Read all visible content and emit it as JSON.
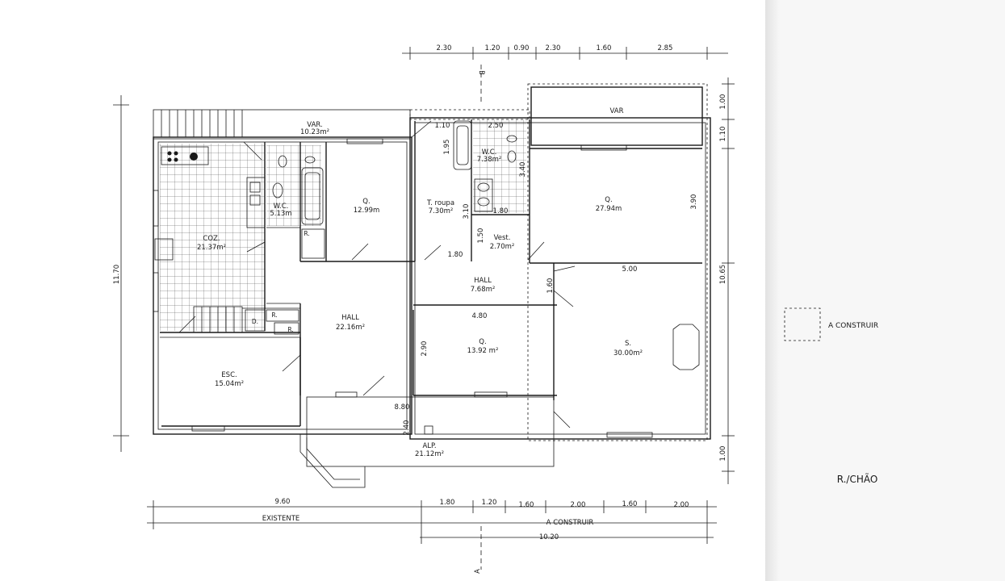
{
  "drawing": {
    "title": "R./CHÃO",
    "legend_label": "A CONSTRUIR"
  },
  "rooms": [
    {
      "id": "var-left",
      "name": "VAR.",
      "area": "10.23m²"
    },
    {
      "id": "var-right",
      "name": "VAR",
      "area": ""
    },
    {
      "id": "coz",
      "name": "COZ.",
      "area": "21.37m²"
    },
    {
      "id": "wc1",
      "name": "W.C.",
      "area": "5.13m"
    },
    {
      "id": "q1",
      "name": "Q.",
      "area": "12.99m"
    },
    {
      "id": "troupa",
      "name": "T. roupa",
      "area": "7.30m²"
    },
    {
      "id": "wc2",
      "name": "W.C.",
      "area": "7.38m²"
    },
    {
      "id": "q2",
      "name": "Q.",
      "area": "27.94m"
    },
    {
      "id": "vest",
      "name": "Vest.",
      "area": "2.70m²"
    },
    {
      "id": "hall-right",
      "name": "HALL",
      "area": "7.68m²"
    },
    {
      "id": "hall-main",
      "name": "HALL",
      "area": "22.16m²"
    },
    {
      "id": "q3",
      "name": "Q.",
      "area": "13.92 m²"
    },
    {
      "id": "sala",
      "name": "S.",
      "area": "30.00m²"
    },
    {
      "id": "esc",
      "name": "ESC.",
      "area": "15.04m²"
    },
    {
      "id": "alp",
      "name": "ALP.",
      "area": "21.12m²"
    }
  ],
  "marks": {
    "d": "D.",
    "r1": "R.",
    "r2": "R.",
    "r3": "R."
  },
  "dimensions": {
    "top": [
      "2.30",
      "1.20",
      "0.90",
      "2.30",
      "1.60",
      "2.85"
    ],
    "bottom": [
      "1.80",
      "1.20",
      "1.60",
      "2.00",
      "1.60",
      "2.00"
    ],
    "bottom_existing_total": "9.60",
    "bottom_new_total": "10.20",
    "existing_label": "EXISTENTE",
    "new_label": "A CONSTRUIR",
    "left_total": "11.70",
    "right": [
      "1.00",
      "1.10",
      "3.90",
      "10.65",
      "1.00"
    ],
    "interior": {
      "d110": "1.10",
      "d195": "1.95",
      "d250": "2.50",
      "d340": "3.40",
      "d310": "3.10",
      "d180a": "1.80",
      "d180b": "1.80",
      "d150": "1.50",
      "d160": "1.60",
      "d500": "5.00",
      "d480": "4.80",
      "d290": "2.90",
      "d880": "8.80",
      "d240": "2.40"
    }
  },
  "section_marks": {
    "top": "B",
    "bottom": "A"
  }
}
